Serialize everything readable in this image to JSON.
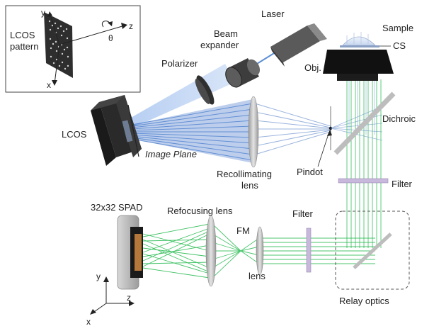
{
  "inset": {
    "label_line1": "LCOS",
    "label_line2": "pattern",
    "axis_y": "y",
    "axis_x": "x",
    "axis_z": "z",
    "angle": "θ"
  },
  "labels": {
    "laser": "Laser",
    "beam_expander_line1": "Beam",
    "beam_expander_line2": "expander",
    "polarizer": "Polarizer",
    "sample": "Sample",
    "cs": "CS",
    "objective": "Obj.",
    "dichroic": "Dichroic",
    "lcos": "LCOS",
    "image_plane": "Image Plane",
    "recollimating_line1": "Recollimating",
    "recollimating_line2": "lens",
    "pindot": "Pindot",
    "filter_right": "Filter",
    "spad": "32x32 SPAD",
    "refocusing": "Refocusing lens",
    "fm": "FM",
    "filter_mid": "Filter",
    "lens": "lens",
    "relay": "Relay optics"
  },
  "axes_corner": {
    "y": "y",
    "z": "z",
    "x": "x"
  },
  "colors": {
    "excitation_beam": "#4a7fd0",
    "emission_beam": "#1fb84a",
    "filter": "#c8b8dc",
    "dark_component": "#2a2a2a"
  }
}
